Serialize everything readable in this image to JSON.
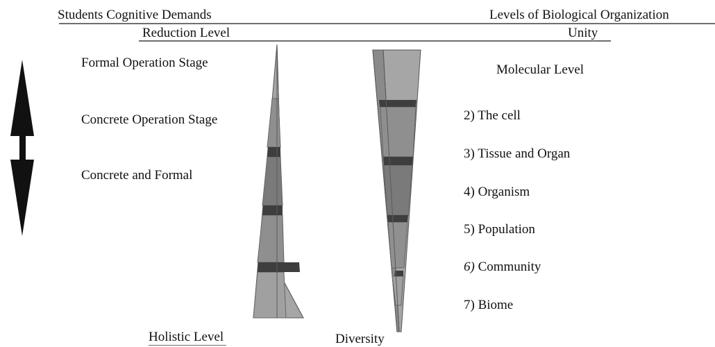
{
  "header": {
    "left_title": "Students Cognitive Demands",
    "right_title": "Levels of Biological Organization",
    "left_subtitle": "Reduction Level",
    "right_subtitle": "Unity"
  },
  "cognitive_stages": [
    {
      "label": "Formal Operation Stage"
    },
    {
      "label": "Concrete Operation Stage"
    },
    {
      "label": "Concrete and Formal"
    }
  ],
  "organization_levels": [
    {
      "number": "",
      "label": "Molecular Level"
    },
    {
      "number": "2)",
      "label": "The cell"
    },
    {
      "number": "3)",
      "label": "Tissue and Organ"
    },
    {
      "number": "4)",
      "label": "Organism"
    },
    {
      "number": "5)",
      "label": "Population"
    },
    {
      "number": "6)",
      "label": "Community"
    },
    {
      "number": "7)",
      "label": "Biome"
    }
  ],
  "footer": {
    "left_caption": "Holistic Level",
    "right_caption": "Diversity"
  },
  "icons": {
    "arrow": "double-headed-vertical-arrow-icon",
    "left_pyramid": "expanding-pyramid-icon",
    "right_pyramid": "tapering-pyramid-icon"
  },
  "colors": {
    "text": "#111111",
    "rule": "#6f6f6f",
    "shape_light": "#a6a6a6",
    "shape_mid": "#8a8a8a",
    "shape_dark": "#6a6a6a",
    "band": "#3e3e3e",
    "arrow": "#111111"
  }
}
